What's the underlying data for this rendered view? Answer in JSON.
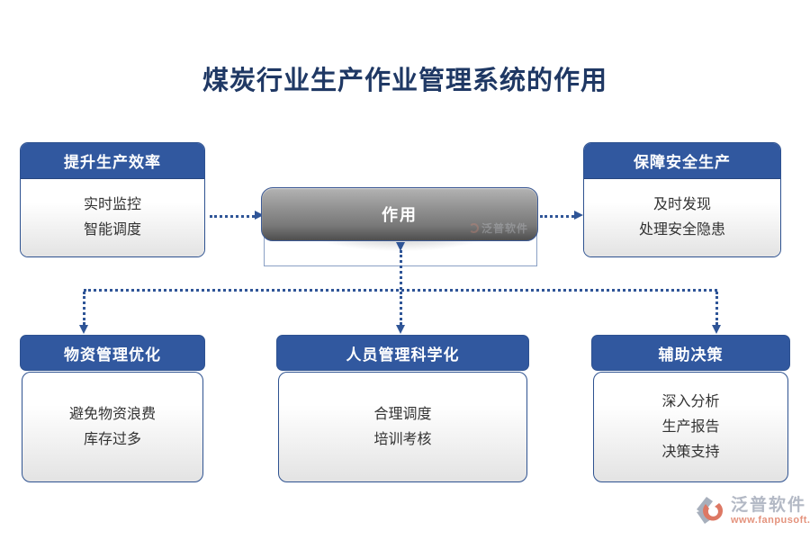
{
  "title": "煤炭行业生产作业管理系统的作用",
  "center": {
    "label": "作用"
  },
  "boxes": {
    "top_left": {
      "header": "提升生产效率",
      "lines": [
        "实时监控",
        "智能调度"
      ]
    },
    "top_right": {
      "header": "保障安全生产",
      "lines": [
        "及时发现",
        "处理安全隐患"
      ]
    },
    "bottom_left": {
      "header": "物资管理优化",
      "lines": [
        "避免物资浪费",
        "库存过多"
      ]
    },
    "bottom_middle": {
      "header": "人员管理科学化",
      "lines": [
        "合理调度",
        "培训考核"
      ]
    },
    "bottom_right": {
      "header": "辅助决策",
      "lines": [
        "深入分析",
        "生产报告",
        "决策支持"
      ]
    }
  },
  "watermark": {
    "brand": "泛普软件",
    "url": "www.fanpusoft.com",
    "icon": "fanpu-logo-icon"
  },
  "capsule_watermark": {
    "brand": "泛普软件"
  },
  "colors": {
    "header_blue": "#31589F",
    "box_border": "#2E5290",
    "title_navy": "#1F3864",
    "connector": "#2F5597",
    "body_text": "#333333",
    "body_grad_end": "#E3E3E3",
    "logo_gray": "#A6ADBB",
    "logo_red": "#D8614A",
    "url_color": "#E08066"
  }
}
